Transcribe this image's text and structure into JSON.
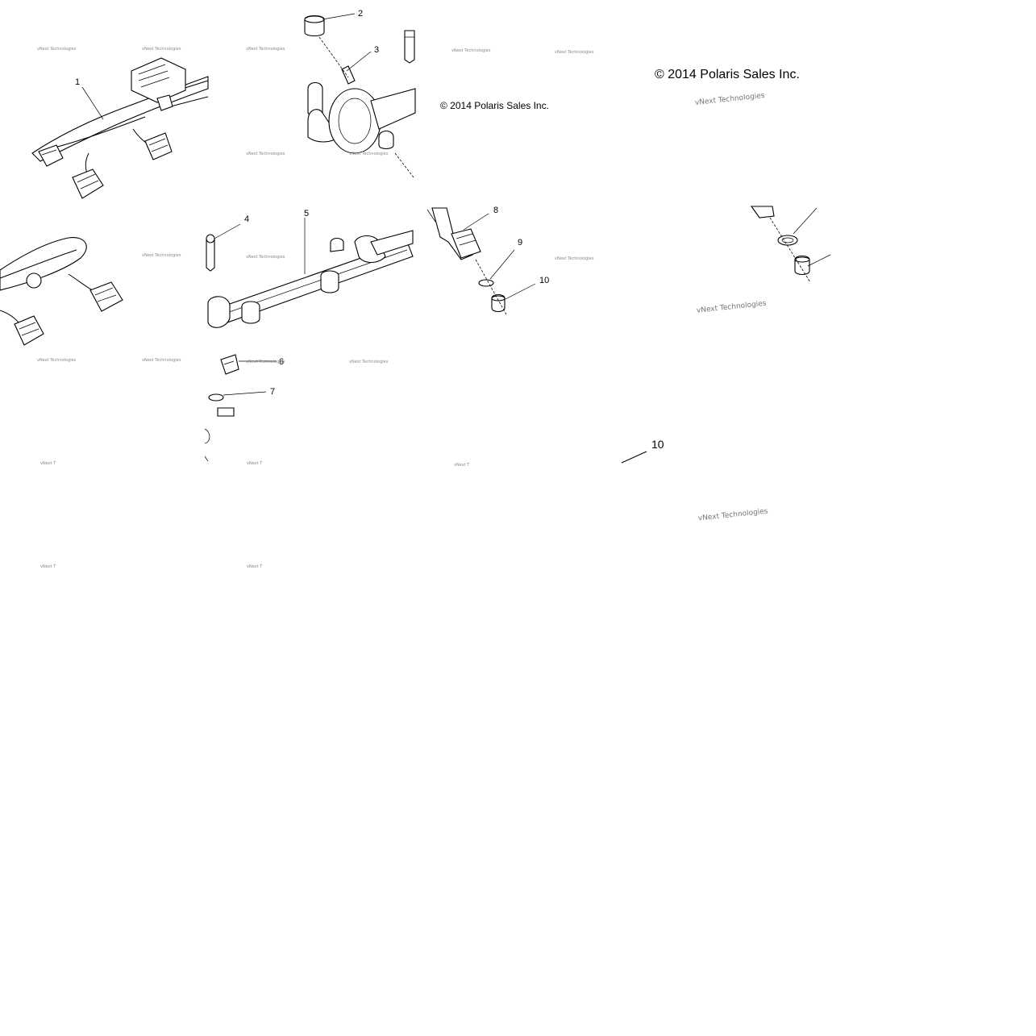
{
  "callouts": {
    "c1": "1",
    "c2": "2",
    "c3": "3",
    "c4": "4",
    "c5": "5",
    "c6": "6",
    "c7": "7",
    "c8": "8",
    "c9": "9",
    "c10": "10",
    "c10_large": "10"
  },
  "copyright": {
    "small": "© 2014 Polaris Sales Inc.",
    "large": "© 2014 Polaris Sales Inc."
  },
  "watermarks": {
    "vnext_small": "vNext Technologies",
    "vnext_trunc": "vNext T",
    "vnext_large": "vNext Technologies"
  }
}
